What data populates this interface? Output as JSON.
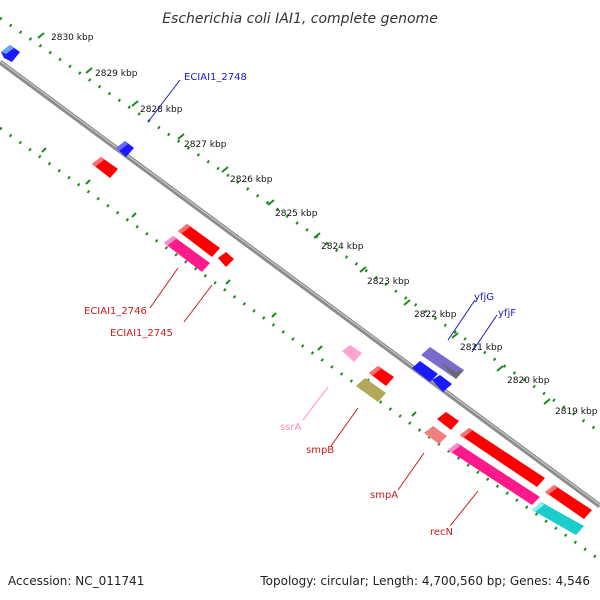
{
  "title": "Escherichia coli IAI1, complete genome",
  "accession": "Accession: NC_011741",
  "topology": "Topology: circular; Length: 4,700,560 bp; Genes: 4,546",
  "ticks": [
    "2830 kbp",
    "2829 kbp",
    "2828 kbp",
    "2827 kbp",
    "2826 kbp",
    "2825 kbp",
    "2824 kbp",
    "2823 kbp",
    "2822 kbp",
    "2821 kbp",
    "2820 kbp",
    "2819 kbp"
  ],
  "genes": {
    "ecaii1_2748": "ECIAI1_2748",
    "ecaii1_2746": "ECIAI1_2746",
    "ecaii1_2745": "ECIAI1_2745",
    "yfjg": "yfjG",
    "yfjf": "yfjF",
    "ssra": "ssrA",
    "smpb": "smpB",
    "smpa": "smpA",
    "recn": "recN"
  },
  "colors": {
    "blue_gene": "#1a1aff",
    "red_gene": "#ff0000",
    "magenta_gene": "#ff1a8c",
    "pink_gene": "#ffa3d1",
    "olive_gene": "#b3a85a",
    "salmon_gene": "#f08080",
    "purple_gene": "#7a6acc",
    "cyan_gene": "#1acccc",
    "backbone": "#8c8c8c",
    "scale_dots": "#1a8c1a",
    "label_blue": "#1a1acc",
    "label_red": "#cc1a1a",
    "label_pink": "#ff8cb0"
  }
}
